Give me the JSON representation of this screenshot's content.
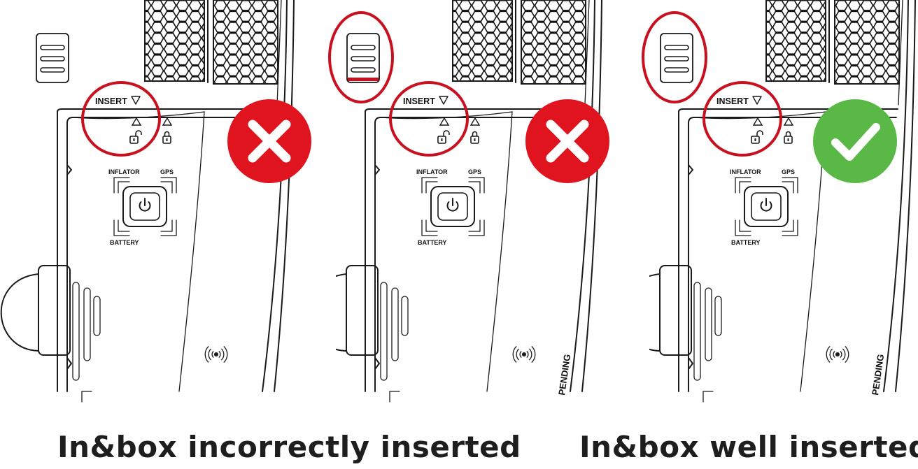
{
  "captions": {
    "incorrect": "In&box incorrectly inserted",
    "correct": "In&box well inserted"
  },
  "panels": [
    {
      "insert_label": "INSERT",
      "inflator_label": "INFLATOR",
      "gps_label": "GPS",
      "battery_label": "BATTERY",
      "patent_label": "",
      "status": "incorrect",
      "status_icon": "x-icon",
      "status_color": "#e0141f",
      "red_bar": false
    },
    {
      "insert_label": "INSERT",
      "inflator_label": "INFLATOR",
      "gps_label": "GPS",
      "battery_label": "BATTERY",
      "patent_label": "PENDING",
      "status": "incorrect",
      "status_icon": "x-icon",
      "status_color": "#e0141f",
      "red_bar": true
    },
    {
      "insert_label": "INSERT",
      "inflator_label": "INFLATOR",
      "gps_label": "GPS",
      "battery_label": "BATTERY",
      "patent_label": "PENDING",
      "status": "correct",
      "status_icon": "check-icon",
      "status_color": "#5ab946",
      "red_bar": false
    }
  ],
  "colors": {
    "highlight_circle": "#c8101e",
    "line_art": "#1a1a1a",
    "caption_text": "#1e1e1e"
  }
}
